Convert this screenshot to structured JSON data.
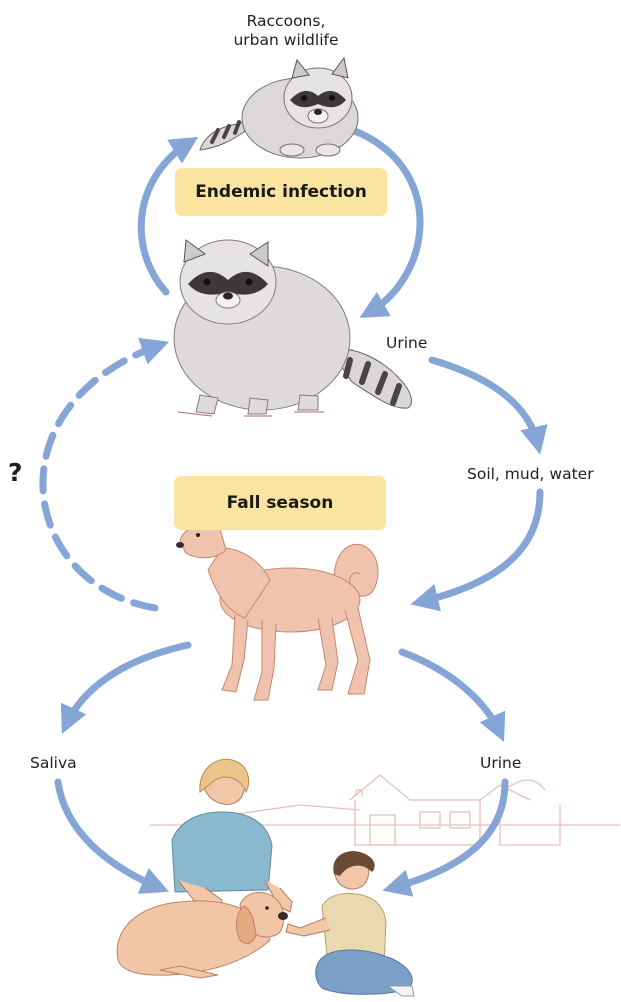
{
  "labels": {
    "top_host_line1": "Raccoons,",
    "top_host_line2": "urban wildlife",
    "endemic_box": "Endemic infection",
    "urine_upper": "Urine",
    "environment": "Soil, mud, water",
    "season_box": "Fall season",
    "unknown_route": "?",
    "saliva": "Saliva",
    "urine_lower": "Urine"
  },
  "colors": {
    "arrow": "#85a5d6",
    "label_box": "#fbe3a0",
    "text": "#1f1f1f",
    "raccoon_fur": "#d9d6d6",
    "raccoon_dark": "#4a4444",
    "dog_fur": "#efc3ae",
    "house_sketch": "#e6b9b3"
  },
  "icons": [
    "raccoon-small-icon",
    "raccoon-large-icon",
    "dog-icon",
    "woman-icon",
    "child-icon",
    "lying-dog-icon",
    "house-sketch-icon"
  ]
}
